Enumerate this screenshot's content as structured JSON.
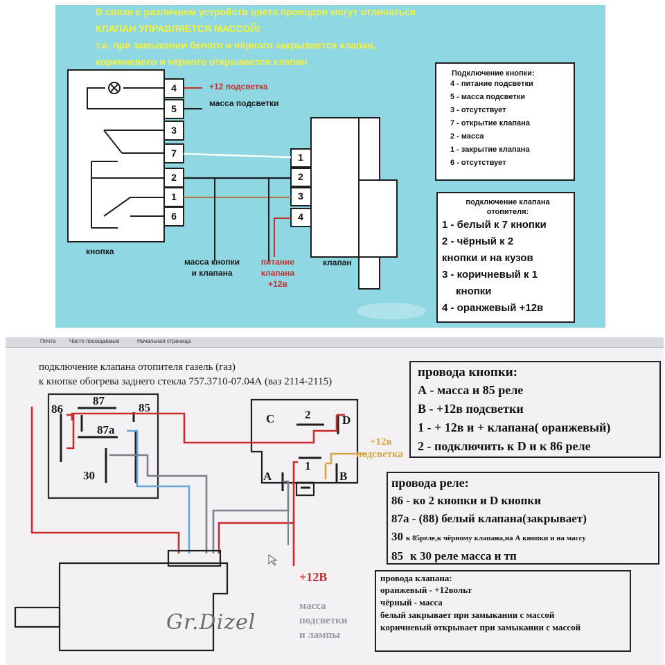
{
  "top": {
    "headline": [
      "В связи с различием устройств цвета проводов могут отличаться",
      "КЛАПАН УПРАВЛЯЕТСЯ МАССОЙ!",
      "т.е. при замыкании белого и чёрного закрывается клапан,",
      "коричневого и чёрного открывается клапан"
    ],
    "button_pins": [
      "4",
      "5",
      "3",
      "7",
      "2",
      "1",
      "6"
    ],
    "valve_pins": [
      "1",
      "2",
      "3",
      "4"
    ],
    "label_plus12_backlight": "+12 подсветка",
    "label_backlight_ground": "масса подсветки",
    "label_button": "кнопка",
    "label_ground_button_valve": [
      "масса кнопки",
      "и клапана"
    ],
    "label_valve_power": [
      "питание",
      "клапана",
      "+12в"
    ],
    "label_valve": "клапан",
    "button_box": {
      "title": "Подключение кнопки:",
      "rows": [
        "4 - питание подсветки",
        "5 - масса подсветки",
        "3 - отсутствует",
        "7 - открытие клапана",
        "2 - масса",
        "1 - закрытие клапана",
        "6 - отсутствует"
      ]
    },
    "valve_box": {
      "title": [
        "подключение клапана",
        "отопителя:"
      ],
      "rows": [
        "1 - белый к 7 кнопки",
        "2 - чёрный к 2",
        "кнопки и на кузов",
        "3 - коричневый к 1",
        "кнопки",
        "4 - оранжевый +12в"
      ]
    }
  },
  "bottom": {
    "toolbar": [
      "Почта",
      "Часто посещаемые",
      "Начальная страница"
    ],
    "title": [
      "подключение клапана отопителя газель (газ)",
      "к кнопке обогрева заднего стекла 757.3710-07.04А (ваз 2114-2115)"
    ],
    "relay_pins": [
      "86",
      "87",
      "85",
      "87а",
      "30"
    ],
    "switch_pins": [
      "C",
      "2",
      "D",
      "A",
      "1",
      "B"
    ],
    "label_plus12_backlight": [
      "+12в",
      "подсветка"
    ],
    "label_plus12": "+12В",
    "label_ground_backlight": [
      "масса",
      "подсветки",
      "и лампы"
    ],
    "signature": "Gr.Dizel",
    "button_wires": {
      "title": "провода кнопки:",
      "rows": [
        "А - масса и 85 реле",
        "В - +12в подсветки",
        "1 - + 12в и + клапана( оранжевый)",
        "2 - подключить к D и к 86 реле"
      ]
    },
    "relay_wires": {
      "title": "провода реле:",
      "rows": [
        "86 - ко 2 кнопки и D кнопки",
        "87а - (88) белый клапана(закрывает)"
      ],
      "row3_num": "30",
      "row3_text": "к 85реле,к чёрному клапана,на А кнопки и на массу",
      "row4_num": "85",
      "row4_text": "к 30 реле масса и тп"
    },
    "valve_wires": {
      "title": "провода клапана:",
      "rows": [
        "оранжевый - +12вольт",
        "чёрный - масса",
        "белый закрывает при замыкании с массой",
        "коричневый открывает при замыкании с массой"
      ]
    }
  },
  "colors": {
    "top_bg": "#8fd7e3",
    "headline": "#f6f23a",
    "red_label": "#c0322e",
    "wire_white": "#ffffff",
    "wire_black": "#1a1a1a",
    "wire_brown": "#b07a4a",
    "wire_red": "#cc2b2b",
    "wire_blue": "#6aa6d8",
    "wire_orange": "#d8a54a",
    "wire_gray": "#7c7f8c"
  }
}
